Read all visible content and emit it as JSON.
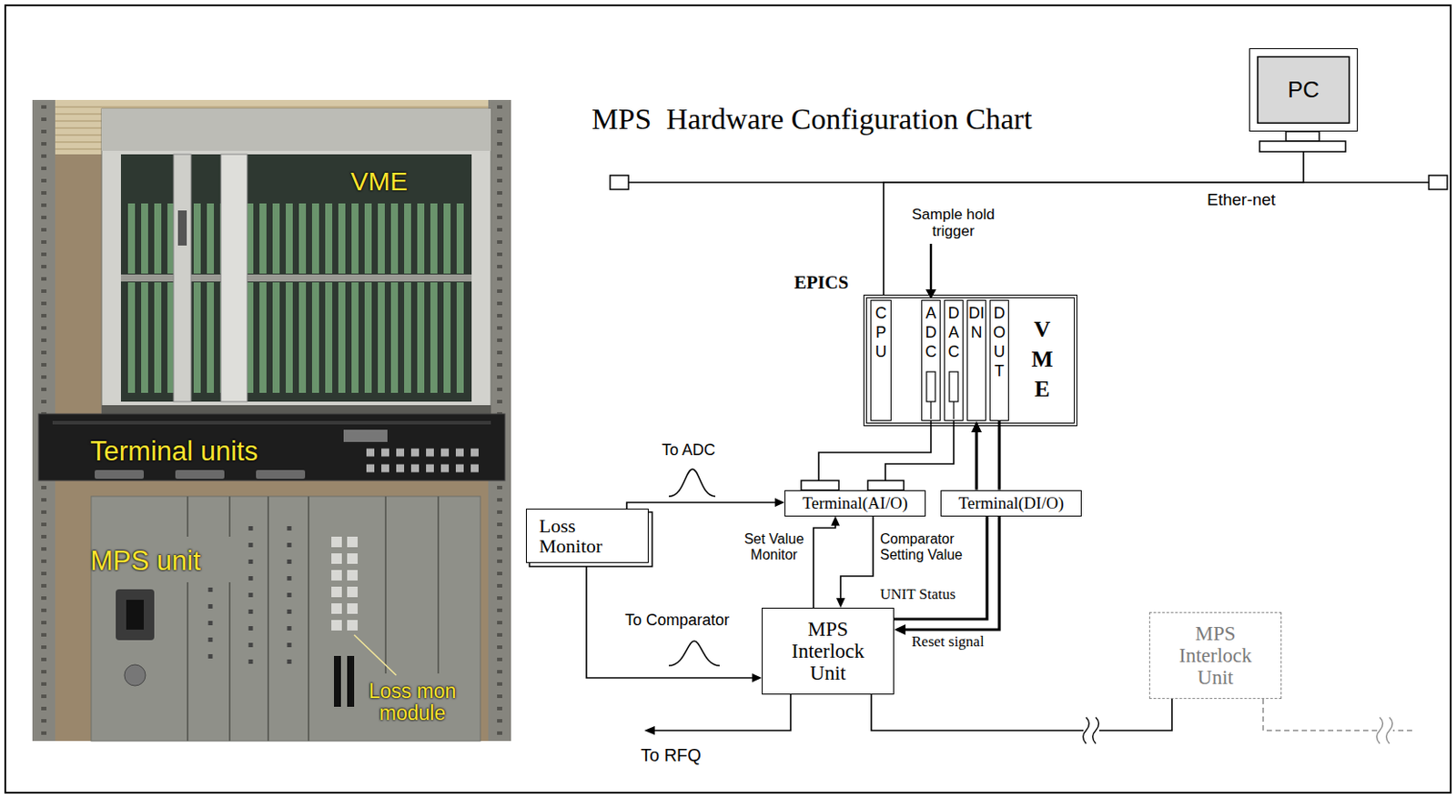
{
  "diagram": {
    "title": "MPS  Hardware Configuration Chart",
    "nodes": [
      {
        "text": [
          "PC"
        ]
      },
      {
        "text": [
          "VME"
        ]
      },
      {
        "text": [
          "CPU"
        ],
        "in": 1
      },
      {
        "text": [
          "ADC"
        ],
        "in": 1
      },
      {
        "text": [
          "DAC"
        ],
        "in": 1
      },
      {
        "text": [
          "DIN"
        ],
        "in": 1
      },
      {
        "text": [
          "DOUT"
        ],
        "in": 1
      },
      {
        "text": [
          "Loss Monitor"
        ]
      },
      {
        "text": [
          "Terminal(AI/O)"
        ]
      },
      {
        "text": [
          "Terminal(DI/O)"
        ]
      },
      {
        "text": [
          "MPS Interlock Unit"
        ]
      },
      {
        "text": [
          "MPS Interlock Unit"
        ]
      }
    ],
    "edges": [
      {
        "from": 0,
        "to": 1,
        "arrow": "none"
      },
      {
        "from": 3,
        "to": 8,
        "arrow": "none"
      },
      {
        "from": 4,
        "to": 8,
        "arrow": "none"
      },
      {
        "from": 9,
        "to": 5,
        "arrow": "to"
      },
      {
        "from": 6,
        "to": 9,
        "arrow": "none"
      },
      {
        "from": 7,
        "to": 8,
        "label": "To ADC",
        "arrow": "to"
      },
      {
        "from": 7,
        "to": 10,
        "label": "To Comparator",
        "arrow": "to"
      },
      {
        "from": 10,
        "to": 8,
        "label": "Set Value Monitor",
        "arrow": "to"
      },
      {
        "from": 8,
        "to": 10,
        "label": "Comparator Setting Value",
        "arrow": "to"
      },
      {
        "from": 10,
        "to": 9,
        "label": "UNIT Status",
        "arrow": "none"
      },
      {
        "from": 9,
        "to": 10,
        "label": "Reset signal",
        "arrow": "to"
      },
      {
        "from": 10,
        "to": 11,
        "arrow": "none"
      }
    ],
    "labels": [
      "VME",
      "Terminal units",
      "MPS unit",
      "Loss mon module",
      "Ether-net",
      "Sample hold trigger",
      "EPICS",
      "To RFQ"
    ]
  }
}
